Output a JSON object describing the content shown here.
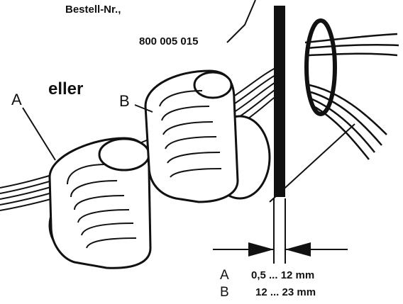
{
  "header": {
    "order_label": "Bestell-Nr.,"
  },
  "part_number": "800 005 015",
  "labels": {
    "a": "A",
    "b": "B",
    "or_text": "eller"
  },
  "dimensions": [
    {
      "key": "A",
      "range": "0,5 ... 12 mm"
    },
    {
      "key": "B",
      "range": "12 ... 23 mm"
    }
  ]
}
